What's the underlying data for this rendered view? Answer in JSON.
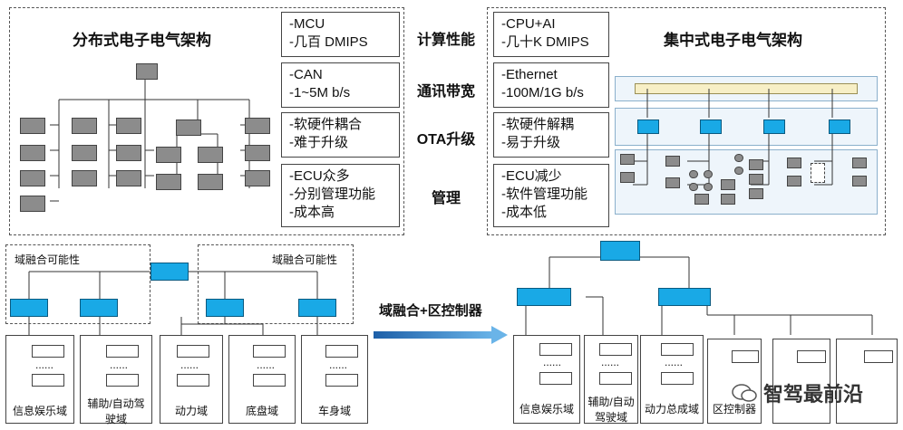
{
  "top_left": {
    "title": "分布式电子电气架构"
  },
  "top_right": {
    "title": "集中式电子电气架构"
  },
  "rows": [
    {
      "label": "计算性能",
      "left_lines": [
        "-MCU",
        "-几百 DMIPS"
      ],
      "right_lines": [
        "-CPU+AI",
        "-几十K DMIPS"
      ]
    },
    {
      "label": "通讯带宽",
      "left_lines": [
        "-CAN",
        "-1~5M b/s"
      ],
      "right_lines": [
        "-Ethernet",
        "-100M/1G b/s"
      ]
    },
    {
      "label": "OTA升级",
      "left_lines": [
        "-软硬件耦合",
        "-难于升级"
      ],
      "right_lines": [
        "-软硬件解耦",
        "-易于升级"
      ]
    },
    {
      "label": "管理",
      "left_lines": [
        "-ECU众多",
        "-分别管理功能",
        "-成本高"
      ],
      "right_lines": [
        "-ECU减少",
        "-软件管理功能",
        "-成本低"
      ]
    }
  ],
  "bottom_left": {
    "group_label_left": "域融合可能性",
    "group_label_right": "域融合可能性",
    "dots": "......",
    "domains": [
      "信息娱乐域",
      "辅助/自动驾驶域",
      "动力域",
      "底盘域",
      "车身域"
    ]
  },
  "arrow_label": "域融合+区控制器",
  "bottom_right": {
    "dots": "......",
    "domains": [
      "信息娱乐域",
      "辅助/自动驾驶域",
      "动力总成域",
      "区控制器",
      "",
      ""
    ]
  },
  "watermark": "智驾最前沿"
}
